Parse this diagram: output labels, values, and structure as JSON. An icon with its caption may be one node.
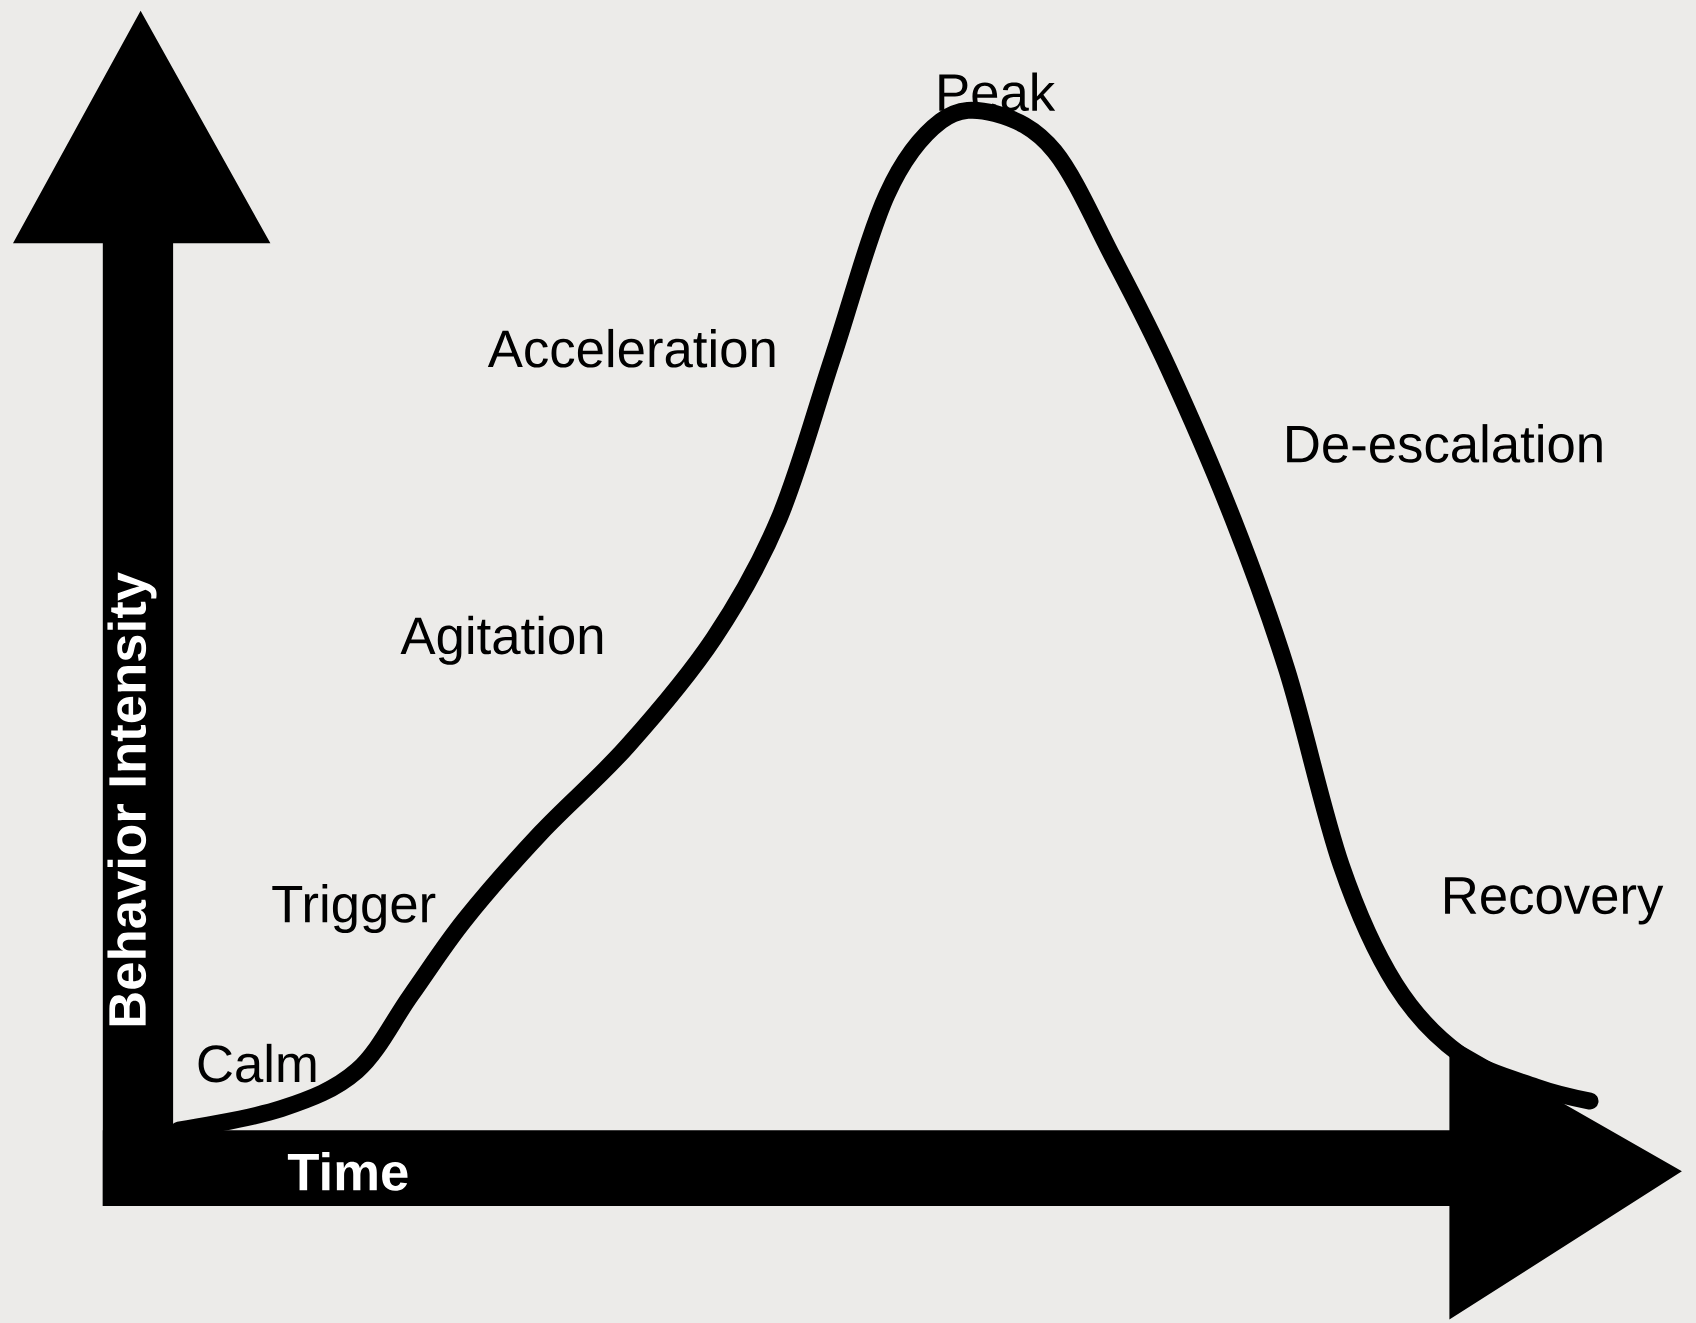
{
  "diagram": {
    "labels": [
      "Peak",
      "Acceleration",
      "De-escalation",
      "Agitation",
      "Trigger",
      "Recovery",
      "Calm",
      "Behavior Intensity",
      "Time"
    ]
  }
}
